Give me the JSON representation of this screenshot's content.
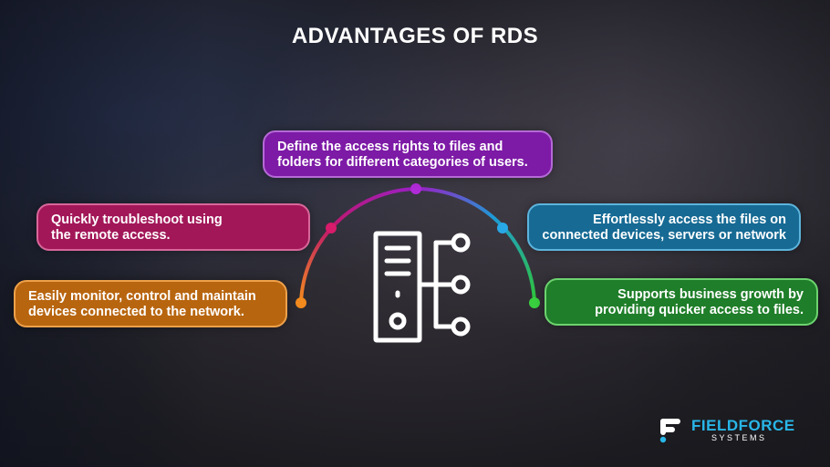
{
  "title": "ADVANTAGES OF RDS",
  "advantages": [
    {
      "lines": [
        "Define the access rights to files and",
        "folders for different categories of users."
      ],
      "color": "#7d1aa6"
    },
    {
      "lines": [
        "Quickly troubleshoot using",
        "the remote access."
      ],
      "color": "#a21758"
    },
    {
      "lines": [
        "Easily monitor, control and maintain",
        "devices connected to the network."
      ],
      "color": "#b8650f"
    },
    {
      "lines": [
        "Effortlessly access the files on",
        "connected devices, servers or network"
      ],
      "color": "#166a94"
    },
    {
      "lines": [
        "Supports business growth by",
        "providing quicker access to files."
      ],
      "color": "#1f7e29"
    }
  ],
  "logo": {
    "name": "FIELDFORCE",
    "sub": "SYSTEMS",
    "color": "#29b6e8"
  },
  "center_icon": "server-network-icon"
}
